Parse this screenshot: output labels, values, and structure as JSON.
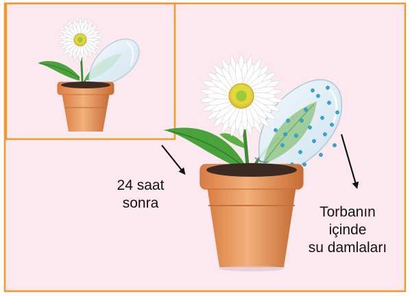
{
  "labels": {
    "time_line1": "24 saat",
    "time_line2": "sonra",
    "drops_line1": "Torbanın",
    "drops_line2": "içinde",
    "drops_line3": "su damlaları"
  },
  "colors": {
    "background": "#fce9ef",
    "frame": "#f0982c",
    "pot": "#e9995b",
    "pot_dark": "#c8703a",
    "soil": "#3b2a22",
    "leaf": "#4aa33a",
    "leaf_dark": "#2f7a2a",
    "petal": "#ffffff",
    "flower_center": "#e7d43a",
    "bag": "#d9ecf5",
    "droplet": "#2ba6de"
  },
  "icons": {
    "small_plant": "potted-daisy-with-bag-icon",
    "large_plant": "potted-daisy-with-wet-bag-icon"
  }
}
